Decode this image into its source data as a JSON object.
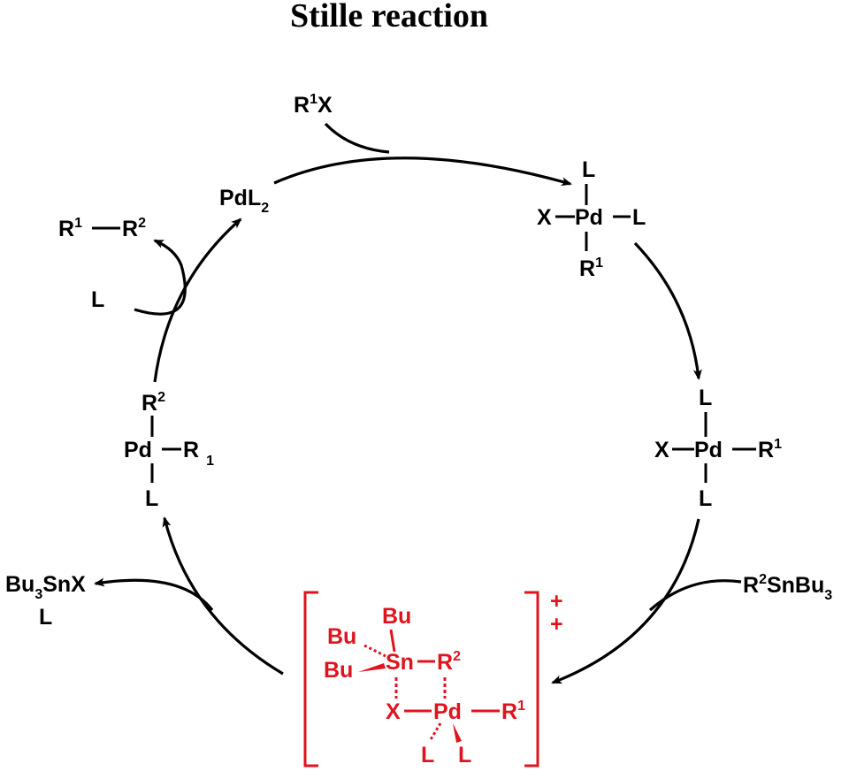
{
  "title": "Stille reaction",
  "reagent_r1x": {
    "main": "R",
    "sup": "1",
    "tail": "X"
  },
  "catalyst": {
    "main": "PdL",
    "sub": "2"
  },
  "oxidative_complex": {
    "top": "L",
    "left": "X",
    "center": "Pd",
    "right": "L",
    "bottom_main": "R",
    "bottom_sup": "1"
  },
  "isomer_complex": {
    "top": "L",
    "left": "X",
    "center": "Pd",
    "right_main": "R",
    "right_sup": "1",
    "bottom": "L"
  },
  "reagent_stannane": {
    "a": "R",
    "a_sup": "2",
    "b": "SnBu",
    "b_sub": "3"
  },
  "transition_state": {
    "bu_top": "Bu",
    "bu_left": "Bu",
    "bu_wedge": "Bu",
    "sn": "Sn",
    "r2": "R",
    "r2_sup": "2",
    "x": "X",
    "pd": "Pd",
    "r1": "R",
    "r1_sup": "1",
    "l1": "L",
    "l2": "L",
    "charge1": "+",
    "charge2": "+"
  },
  "byproduct": {
    "a": "Bu",
    "a_sub": "3",
    "b": "SnX",
    "l": "L"
  },
  "transmetal_complex": {
    "top_main": "R",
    "top_sup": "2",
    "center": "Pd",
    "right_main": "R",
    "right_sub": "1",
    "bottom": "L"
  },
  "product": {
    "r1": "R",
    "r1_sup": "1",
    "r2": "R",
    "r2_sup": "2"
  },
  "ligand_in": "L",
  "colors": {
    "ink": "#000000",
    "highlight": "#e0141e"
  }
}
